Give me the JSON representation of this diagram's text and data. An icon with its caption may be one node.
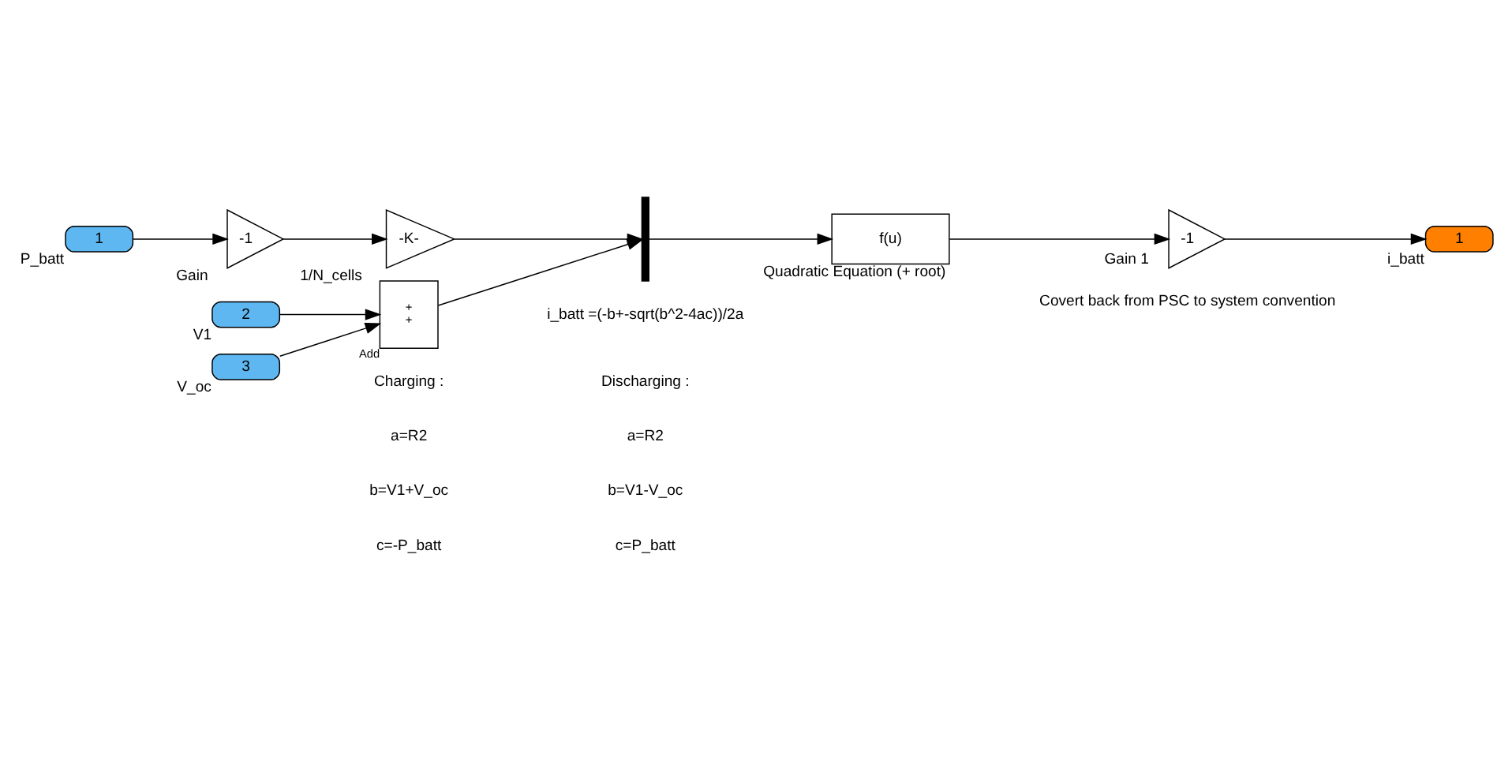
{
  "diagram": {
    "nodes": [
      {
        "text": [
          "1"
        ],
        "beside": [
          "P_batt"
        ]
      },
      {
        "text": [
          "-1"
        ],
        "beside": [
          "Gain"
        ]
      },
      {
        "text": [
          "-K-"
        ],
        "beside": [
          "1/N_cells"
        ]
      },
      {
        "text": [
          "2"
        ],
        "beside": [
          "V1"
        ]
      },
      {
        "text": [
          "3"
        ],
        "beside": [
          "V_oc"
        ]
      },
      {
        "text": [
          "+",
          "+"
        ],
        "beside": [
          "Add"
        ]
      },
      {
        "text": [],
        "shape": "bar"
      },
      {
        "text": [
          "f(u)"
        ],
        "beside": [
          "Quadratic Equation (+ root)"
        ]
      },
      {
        "text": [
          "-1"
        ],
        "beside": [
          "Gain 1"
        ]
      },
      {
        "text": [
          "1"
        ],
        "beside": [
          "i_batt"
        ]
      }
    ],
    "edges": [
      {
        "from": 0,
        "to": 1,
        "arrow": "to"
      },
      {
        "from": 1,
        "to": 2,
        "arrow": "to"
      },
      {
        "from": 2,
        "to": 6,
        "arrow": "to"
      },
      {
        "from": 3,
        "to": 5,
        "arrow": "to"
      },
      {
        "from": 4,
        "to": 5,
        "arrow": "to"
      },
      {
        "from": 5,
        "to": 6,
        "arrow": "to"
      },
      {
        "from": 6,
        "to": 7,
        "arrow": "to"
      },
      {
        "from": 7,
        "to": 8,
        "arrow": "to"
      },
      {
        "from": 8,
        "to": 9,
        "arrow": "to"
      }
    ],
    "labels": [
      "Covert back from PSC to system convention",
      "i_batt =(-b+-sqrt(b^2-4ac))/2a",
      "Charging :",
      "Discharging :",
      "a=R2",
      "a=R2",
      "b=V1+V_oc",
      "b=V1-V_oc",
      "c=-P_batt",
      "c=P_batt"
    ]
  }
}
